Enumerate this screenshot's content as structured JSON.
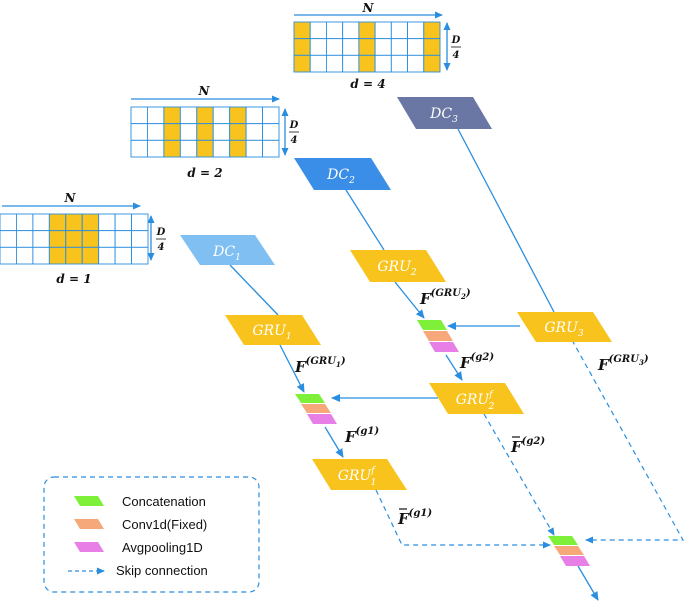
{
  "grids": [
    {
      "n_label": "N",
      "d_label": "d = 1",
      "frac_num": "D",
      "frac_den": "4"
    },
    {
      "n_label": "N",
      "d_label": "d = 2",
      "frac_num": "D",
      "frac_den": "4"
    },
    {
      "n_label": "N",
      "d_label": "d = 4",
      "frac_num": "D",
      "frac_den": "4"
    }
  ],
  "dc": [
    {
      "base": "DC",
      "sub": "1"
    },
    {
      "base": "DC",
      "sub": "2"
    },
    {
      "base": "DC",
      "sub": "3"
    }
  ],
  "gru": [
    {
      "base": "GRU",
      "sub": "1",
      "sup": ""
    },
    {
      "base": "GRU",
      "sub": "2",
      "sup": ""
    },
    {
      "base": "GRU",
      "sub": "3",
      "sup": ""
    },
    {
      "base": "GRU",
      "sub": "1",
      "sup": "f"
    },
    {
      "base": "GRU",
      "sub": "2",
      "sup": "f"
    }
  ],
  "features": {
    "f_gru1": {
      "base": "F",
      "sup": "(GRU",
      "sub": "1",
      "close": ")"
    },
    "f_gru2": {
      "base": "F",
      "sup": "(GRU",
      "sub": "2",
      "close": ")"
    },
    "f_gru3": {
      "base": "F",
      "sup": "(GRU",
      "sub": "3",
      "close": ")"
    },
    "f_g1": {
      "base": "F",
      "sup": "(g1)"
    },
    "f_g2": {
      "base": "F",
      "sup": "(g2)"
    },
    "fbar_g1": {
      "base": "F",
      "sup": "(g1)"
    },
    "fbar_g2": {
      "base": "F",
      "sup": "(g2)"
    }
  },
  "legend": [
    {
      "label": "Concatenation",
      "color": "#7ff03a"
    },
    {
      "label": "Conv1d(Fixed)",
      "color": "#f7a87a"
    },
    {
      "label": "Avgpooling1D",
      "color": "#e77fe6"
    },
    {
      "label": "Skip connection",
      "color": "#2a8ee0"
    }
  ],
  "colors": {
    "grid_line": "#2a8ee0",
    "highlight": "#f7c31c",
    "gru_fill": "#f7c31c",
    "dc1_fill": "#7fbff2",
    "dc2_fill": "#3a8ee8",
    "dc3_fill": "#6a77a5",
    "arrow": "#2a8ee0"
  }
}
